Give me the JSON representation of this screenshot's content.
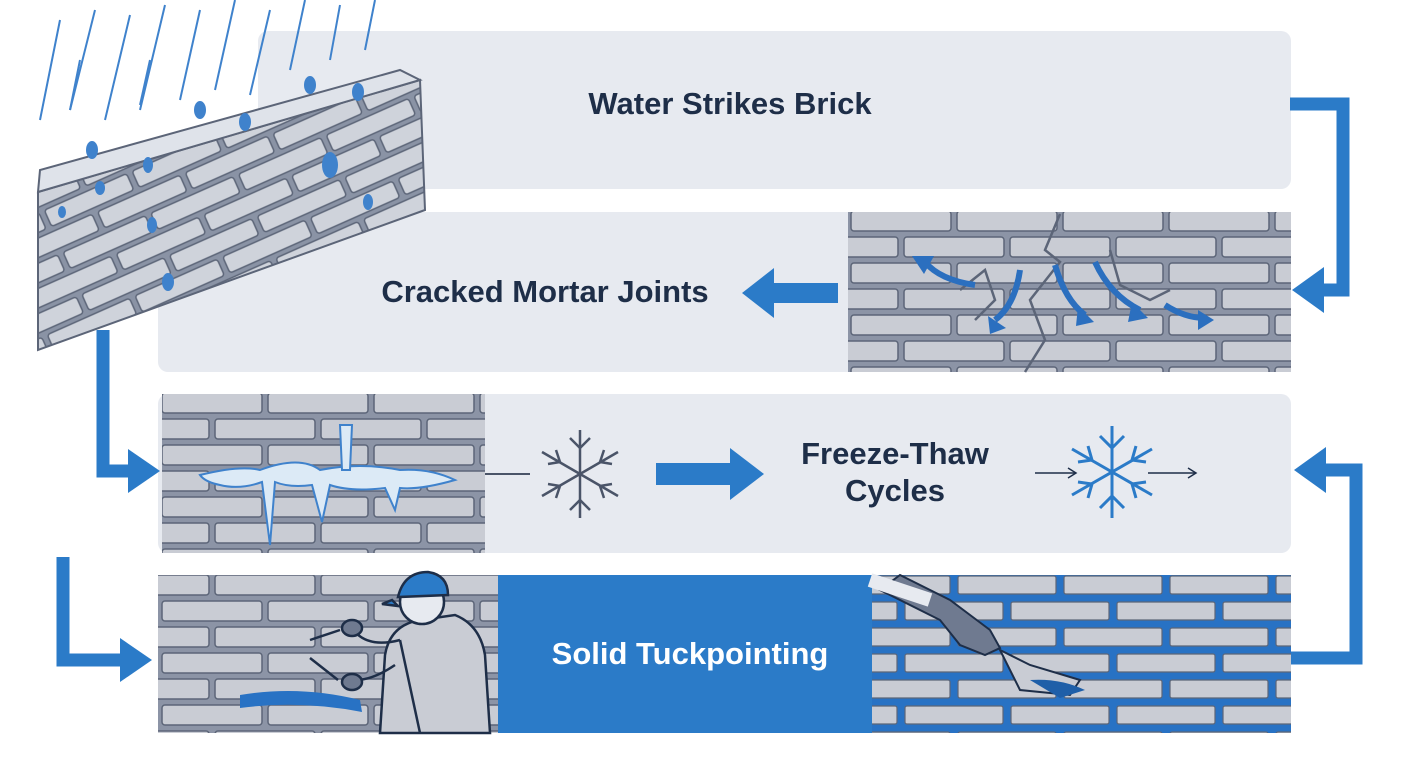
{
  "title": "",
  "colors": {
    "panel": "#e7eaf0",
    "accent_blue": "#2b7bc8",
    "deep_blue": "#2872c4",
    "navy_text": "#1e2e48",
    "brick": "#c9ccd4",
    "brick_outline": "#5c6578",
    "water": "#4a8fd4",
    "ice": "#dceaf6"
  },
  "steps": [
    {
      "label": "Water Strikes Brick",
      "icon": "rain-on-brick-wall"
    },
    {
      "label": "Cracked Mortar Joints",
      "icon": "cracked-brick-wall-with-water-arrows"
    },
    {
      "label_line1": "Freeze-Thaw",
      "label_line2": "Cycles",
      "icon": "frozen-brick-and-snowflakes"
    },
    {
      "label": "Solid Tuckpointing",
      "icon": "worker-tuckpointing-bricks"
    }
  ]
}
